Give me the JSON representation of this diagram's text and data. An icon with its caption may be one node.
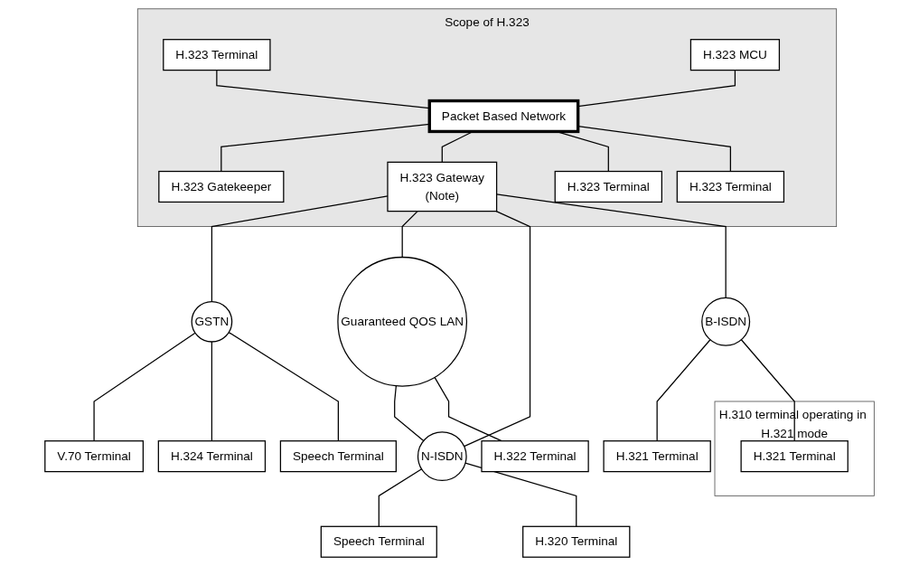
{
  "diagram": {
    "nodes": [
      {
        "text": [
          "Scope of H.323"
        ]
      },
      {
        "text": [
          "H.323 Terminal"
        ],
        "in": 0
      },
      {
        "text": [
          "H.323 MCU"
        ],
        "in": 0
      },
      {
        "text": [
          "Packet Based Network"
        ],
        "in": 0
      },
      {
        "text": [
          "H.323 Gatekeeper"
        ],
        "in": 0
      },
      {
        "text": [
          "H.323 Gateway",
          "(Note)"
        ],
        "in": 0
      },
      {
        "text": [
          "H.323 Terminal"
        ],
        "in": 0
      },
      {
        "text": [
          "H.323 Terminal"
        ],
        "in": 0
      },
      {
        "text": [
          "GSTN"
        ]
      },
      {
        "text": [
          "Guaranteed QOS LAN"
        ]
      },
      {
        "text": [
          "N-ISDN"
        ]
      },
      {
        "text": [
          "B-ISDN"
        ]
      },
      {
        "text": [
          "V.70 Terminal"
        ]
      },
      {
        "text": [
          "H.324 Terminal"
        ]
      },
      {
        "text": [
          "Speech Terminal"
        ]
      },
      {
        "text": [
          "H.322 Terminal"
        ]
      },
      {
        "text": [
          "Speech Terminal"
        ]
      },
      {
        "text": [
          "H.320 Terminal"
        ]
      },
      {
        "text": [
          "H.321 Terminal"
        ]
      },
      {
        "text": [
          "H.310 terminal operating in H.321 mode"
        ]
      },
      {
        "text": [
          "H.321 Terminal"
        ],
        "in": 19
      }
    ],
    "edges": [
      {
        "from": 1,
        "to": 3,
        "arrow": "none"
      },
      {
        "from": 2,
        "to": 3,
        "arrow": "none"
      },
      {
        "from": 3,
        "to": 4,
        "arrow": "none"
      },
      {
        "from": 3,
        "to": 5,
        "arrow": "none"
      },
      {
        "from": 3,
        "to": 6,
        "arrow": "none"
      },
      {
        "from": 3,
        "to": 7,
        "arrow": "none"
      },
      {
        "from": 5,
        "to": 8,
        "arrow": "none"
      },
      {
        "from": 5,
        "to": 9,
        "arrow": "none"
      },
      {
        "from": 5,
        "to": 10,
        "arrow": "none"
      },
      {
        "from": 5,
        "to": 11,
        "arrow": "none"
      },
      {
        "from": 9,
        "to": 10,
        "arrow": "none"
      },
      {
        "from": 8,
        "to": 12,
        "arrow": "none"
      },
      {
        "from": 8,
        "to": 13,
        "arrow": "none"
      },
      {
        "from": 8,
        "to": 14,
        "arrow": "none"
      },
      {
        "from": 9,
        "to": 15,
        "arrow": "none"
      },
      {
        "from": 10,
        "to": 16,
        "arrow": "none"
      },
      {
        "from": 10,
        "to": 17,
        "arrow": "none"
      },
      {
        "from": 11,
        "to": 18,
        "arrow": "none"
      },
      {
        "from": 11,
        "to": 20,
        "arrow": "none"
      }
    ]
  }
}
